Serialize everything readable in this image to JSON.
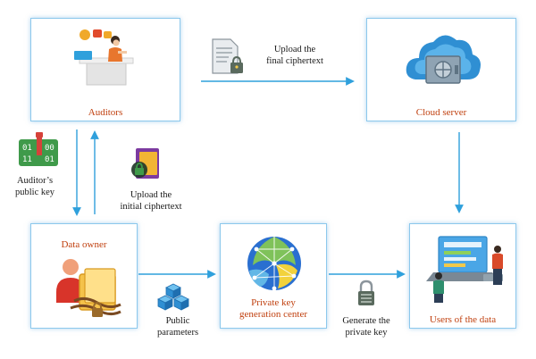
{
  "nodes": {
    "auditors": {
      "label": "Auditors"
    },
    "cloud_server": {
      "label": "Cloud server"
    },
    "data_owner": {
      "label": "Data owner"
    },
    "pkgc": {
      "label": "Private key\ngeneration center"
    },
    "users": {
      "label": "Users of the data"
    }
  },
  "edge_labels": {
    "upload_final": "Upload the\nfinal ciphertext",
    "auditor_public_key": "Auditor’s\npublic key",
    "upload_initial": "Upload the\ninitial ciphertext",
    "public_parameters": "Public\nparameters",
    "generate_private_key": "Generate the\nprivate key"
  },
  "icons": {
    "auditors_illustration": "auditor-at-desk-icon",
    "cloud_illustration": "cloud-vault-icon",
    "owner_illustration": "owner-with-locked-files-icon",
    "pkgc_illustration": "network-globe-icon",
    "users_illustration": "users-at-laptop-icon",
    "upload_final": "locked-document-icon",
    "public_key": "binary-key-icon",
    "upload_initial": "locked-folder-icon",
    "public_parameters": "cubes-icon",
    "private_key": "padlock-icon"
  },
  "colors": {
    "arrow": "#2fa0dc",
    "box_border": "#8cc8ec",
    "node_label": "#c0400f"
  }
}
